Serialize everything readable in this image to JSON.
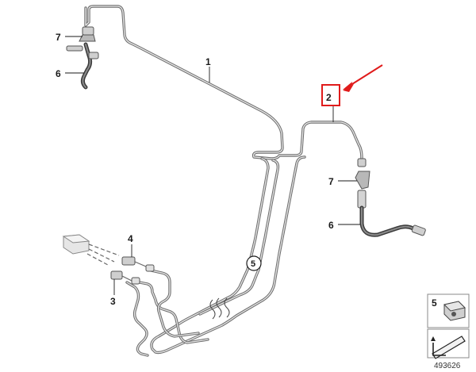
{
  "callouts": {
    "c1": "1",
    "c2": "2",
    "c3": "3",
    "c4": "4",
    "c5": "5",
    "c6a": "6",
    "c6b": "6",
    "c7a": "7",
    "c7b": "7"
  },
  "inset": {
    "label": "5",
    "diagram_id": "493626"
  },
  "colors": {
    "highlight": "#e01b1b",
    "pipe": "#6e6e6e"
  }
}
